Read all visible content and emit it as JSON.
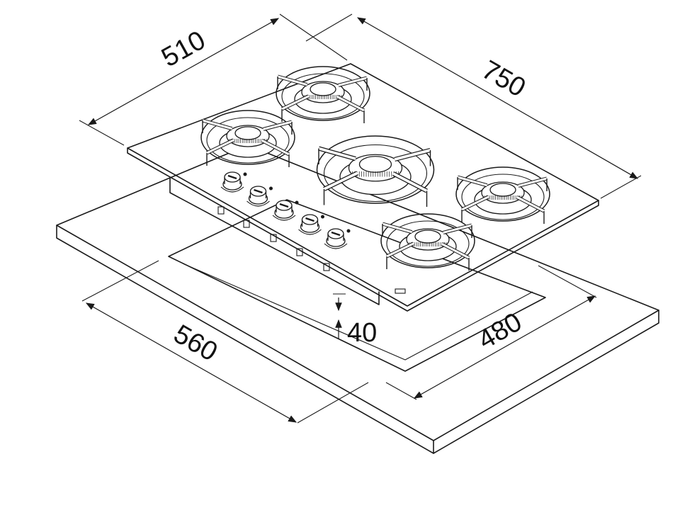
{
  "dimensions": {
    "hob_depth": "510",
    "hob_width": "750",
    "cutout_width": "560",
    "cutout_depth": "480",
    "height": "40"
  },
  "burners": [
    {
      "name": "rear-left"
    },
    {
      "name": "rear-center"
    },
    {
      "name": "center-wok"
    },
    {
      "name": "right"
    },
    {
      "name": "front-center"
    }
  ],
  "knobs": 5,
  "colors": {
    "line": "#1a1a1a",
    "background": "#ffffff",
    "label": "#111111"
  }
}
